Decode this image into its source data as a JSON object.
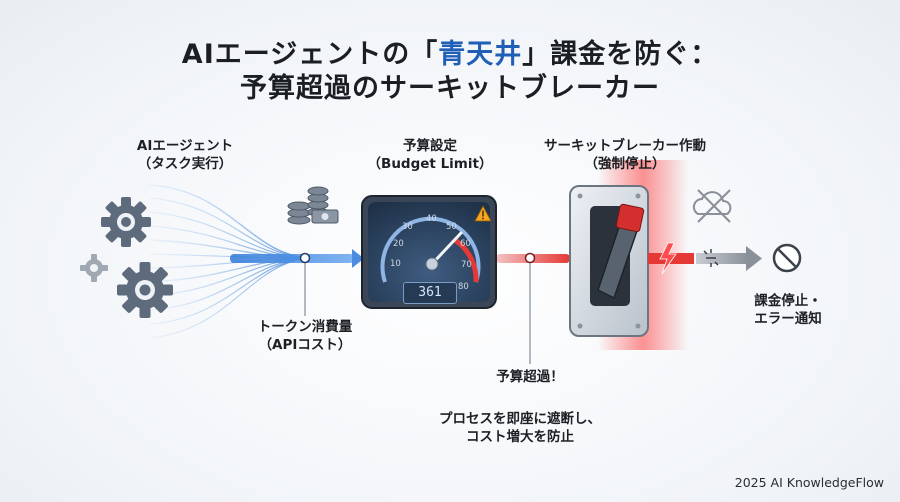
{
  "title": {
    "line1_prefix": "AIエージェントの「",
    "line1_highlight": "青天井",
    "line1_suffix": "」課金を防ぐ：",
    "line2": "予算超過のサーキットブレーカー"
  },
  "labels": {
    "agent": [
      "AIエージェント",
      "（タスク実行）"
    ],
    "budget": [
      "予算設定",
      "（Budget Limit）"
    ],
    "breaker": [
      "サーキットブレーカー作動",
      "（強制停止）"
    ],
    "tokens": [
      "トークン消費量",
      "（APIコスト）"
    ],
    "over_budget": "予算超過！",
    "action": [
      "プロセスを即座に遮断し、",
      "コスト増大を防止"
    ],
    "stop": [
      "課金停止・",
      "エラー通知"
    ]
  },
  "gauge": {
    "ticks": [
      "10",
      "20",
      "30",
      "40",
      "50",
      "60",
      "70",
      "80"
    ],
    "reading": "361"
  },
  "credit": "2025 AI KnowledgeFlow",
  "colors": {
    "title_highlight": "#1f5fb6",
    "flow_blue": "#3b7fd6",
    "alert_red": "#e53935",
    "stopped_gray": "#8a9099"
  },
  "icons": [
    "gear-icon",
    "coin-stack-icon",
    "banknote-icon",
    "warning-icon",
    "cloud-off-icon",
    "spark-icon",
    "prohibited-icon"
  ]
}
